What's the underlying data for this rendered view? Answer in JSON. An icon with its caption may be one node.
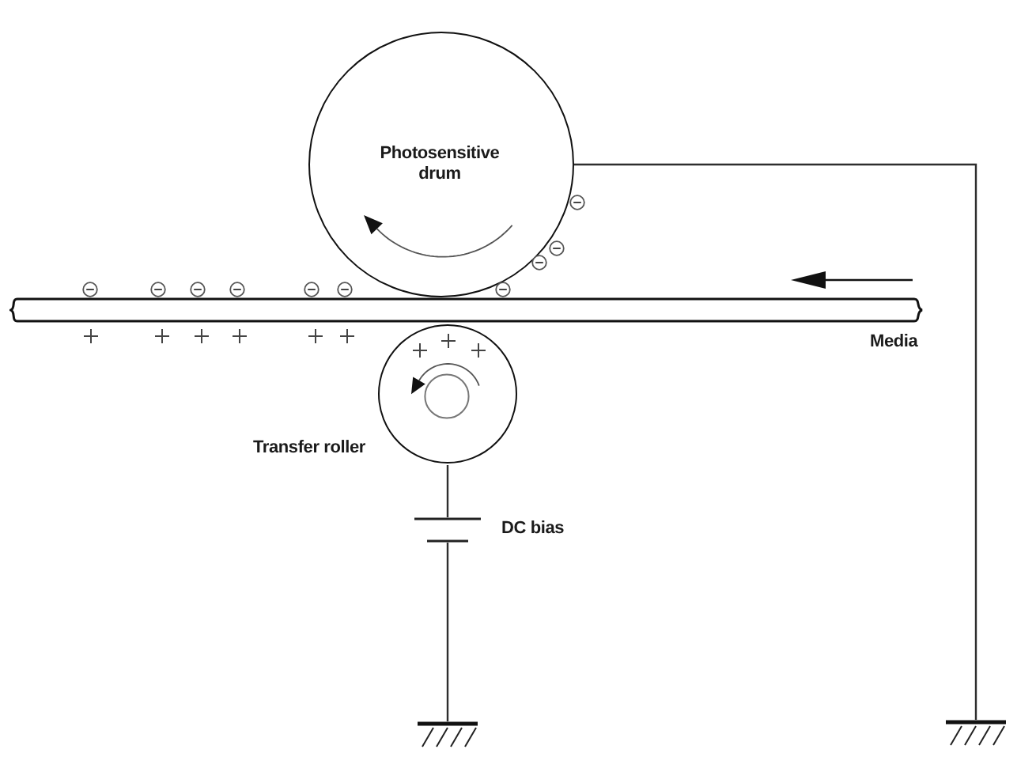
{
  "diagram": {
    "nodes": [
      {
        "text": [
          "Photosensitive drum"
        ]
      },
      {
        "text": [
          "Media"
        ]
      },
      {
        "text": [
          "Transfer roller"
        ]
      },
      {
        "text": [
          "DC bias"
        ]
      },
      {
        "text": [],
        "shape": "ground"
      },
      {
        "text": [],
        "shape": "ground"
      }
    ],
    "edges": [
      {
        "from": 0,
        "to": 5,
        "arrow": "none"
      },
      {
        "from": 2,
        "to": 3,
        "arrow": "none"
      },
      {
        "from": 3,
        "to": 4,
        "arrow": "none"
      }
    ]
  }
}
